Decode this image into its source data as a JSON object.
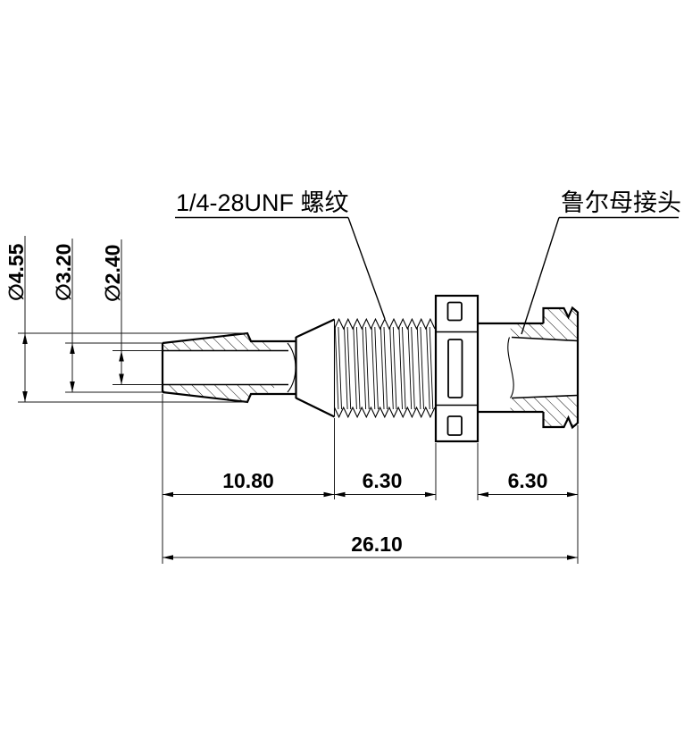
{
  "labels": {
    "thread_callout": "1/4-28UNF 螺纹",
    "luer_callout": "鲁尔母接头"
  },
  "dims": {
    "dia_barb_max": "∅4.55",
    "dia_tip_outer": "∅3.20",
    "dia_bore": "∅2.40",
    "len_barb": "10.80",
    "len_thread": "6.30",
    "len_luer": "6.30",
    "len_total": "26.10"
  },
  "colors": {
    "line": "#000000",
    "background": "#ffffff"
  }
}
